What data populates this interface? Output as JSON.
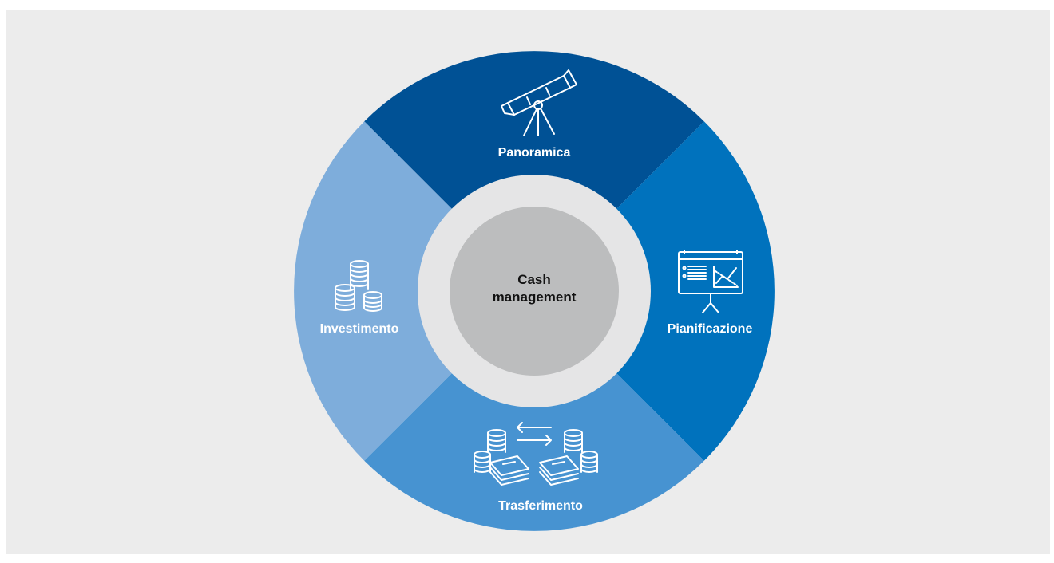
{
  "center": {
    "line1": "Cash",
    "line2": "management"
  },
  "segments": {
    "top": {
      "label": "Panoramica",
      "icon": "telescope-icon",
      "color": "#005195"
    },
    "right": {
      "label": "Pianificazione",
      "icon": "presentation-chart-icon",
      "color": "#0072bd"
    },
    "bottom": {
      "label": "Trasferimento",
      "icon": "money-transfer-icon",
      "color": "#4793d1"
    },
    "left": {
      "label": "Investimento",
      "icon": "coin-stacks-icon",
      "color": "#7eaddb"
    }
  },
  "colors": {
    "background": "#ececec",
    "inner_ring": "#e5e5e6",
    "center_disc": "#bcbdbe"
  }
}
